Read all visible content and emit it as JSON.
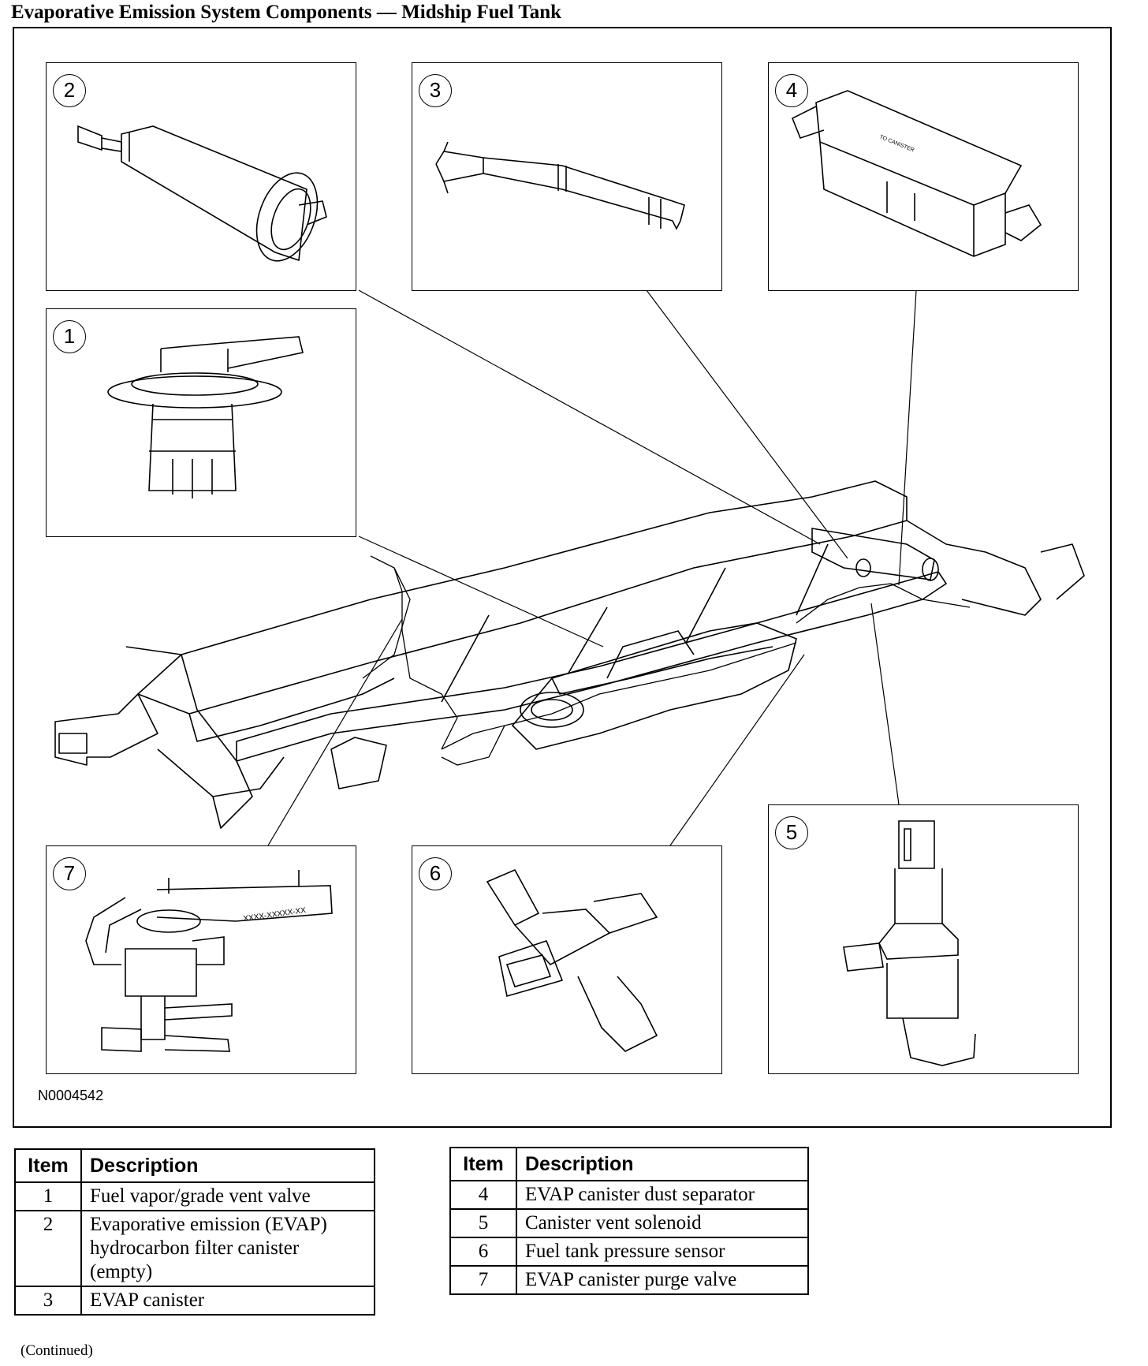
{
  "title": "Evaporative Emission System Components — Midship Fuel Tank",
  "figure_id": "N0004542",
  "callouts": {
    "p1": "1",
    "p2": "2",
    "p3": "3",
    "p4": "4",
    "p5": "5",
    "p6": "6",
    "p7": "7"
  },
  "panel_labels": {
    "p7_part_number": "XXXX-XXXXX-XX",
    "p4_marking": "TO CANISTER"
  },
  "legend_headers": {
    "item": "Item",
    "description": "Description"
  },
  "legend_left": [
    {
      "item": "1",
      "description": "Fuel vapor/grade vent valve"
    },
    {
      "item": "2",
      "description": "Evaporative emission (EVAP) hydrocarbon filter canister (empty)"
    },
    {
      "item": "3",
      "description": "EVAP canister"
    }
  ],
  "legend_right": [
    {
      "item": "4",
      "description": "EVAP canister dust separator"
    },
    {
      "item": "5",
      "description": "Canister vent solenoid"
    },
    {
      "item": "6",
      "description": "Fuel tank pressure sensor"
    },
    {
      "item": "7",
      "description": "EVAP canister purge valve"
    }
  ],
  "continued": "(Continued)"
}
